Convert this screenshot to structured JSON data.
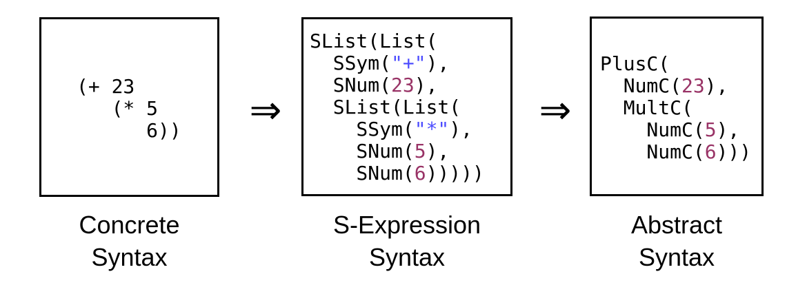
{
  "figure": {
    "colors": {
      "background": "#ffffff",
      "border": "#000000",
      "code_text": "#000000",
      "string_literal": "#4d4dff",
      "number_literal": "#993366",
      "label_text": "#000000"
    },
    "arrows": [
      {
        "glyph": "⇒"
      },
      {
        "glyph": "⇒"
      }
    ],
    "panels": [
      {
        "id": "concrete-syntax",
        "label": "Concrete\nSyntax",
        "code": [
          [
            {
              "t": "(+ 23",
              "c": "plain"
            }
          ],
          [
            {
              "t": "   (* 5",
              "c": "plain"
            }
          ],
          [
            {
              "t": "      6))",
              "c": "plain"
            }
          ]
        ]
      },
      {
        "id": "s-expression-syntax",
        "label": "S-Expression\nSyntax",
        "code": [
          [
            {
              "t": "SList(List(",
              "c": "plain"
            }
          ],
          [
            {
              "t": "  SSym(",
              "c": "plain"
            },
            {
              "t": "\"+\"",
              "c": "string"
            },
            {
              "t": "),",
              "c": "plain"
            }
          ],
          [
            {
              "t": "  SNum(",
              "c": "plain"
            },
            {
              "t": "23",
              "c": "number"
            },
            {
              "t": "),",
              "c": "plain"
            }
          ],
          [
            {
              "t": "  SList(List(",
              "c": "plain"
            }
          ],
          [
            {
              "t": "    SSym(",
              "c": "plain"
            },
            {
              "t": "\"*\"",
              "c": "string"
            },
            {
              "t": "),",
              "c": "plain"
            }
          ],
          [
            {
              "t": "    SNum(",
              "c": "plain"
            },
            {
              "t": "5",
              "c": "number"
            },
            {
              "t": "),",
              "c": "plain"
            }
          ],
          [
            {
              "t": "    SNum(",
              "c": "plain"
            },
            {
              "t": "6",
              "c": "number"
            },
            {
              "t": ")))))",
              "c": "plain"
            }
          ]
        ]
      },
      {
        "id": "abstract-syntax",
        "label": "Abstract\nSyntax",
        "code": [
          [
            {
              "t": "PlusC(",
              "c": "plain"
            }
          ],
          [
            {
              "t": "  NumC(",
              "c": "plain"
            },
            {
              "t": "23",
              "c": "number"
            },
            {
              "t": "),",
              "c": "plain"
            }
          ],
          [
            {
              "t": "  MultC(",
              "c": "plain"
            }
          ],
          [
            {
              "t": "    NumC(",
              "c": "plain"
            },
            {
              "t": "5",
              "c": "number"
            },
            {
              "t": "),",
              "c": "plain"
            }
          ],
          [
            {
              "t": "    NumC(",
              "c": "plain"
            },
            {
              "t": "6",
              "c": "number"
            },
            {
              "t": ")))",
              "c": "plain"
            }
          ]
        ]
      }
    ]
  }
}
